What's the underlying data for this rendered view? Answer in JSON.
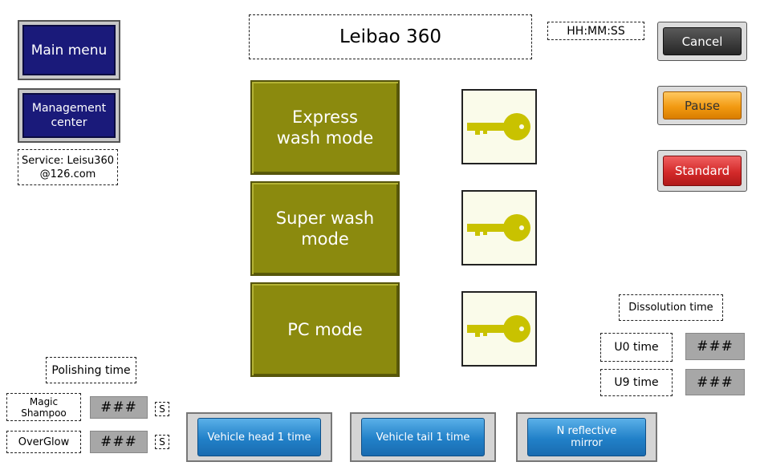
{
  "header": {
    "title": "Leibao 360",
    "clock": "HH:MM:SS"
  },
  "nav": {
    "main_menu": "Main menu",
    "management_center": "Management center",
    "service": "Service: Leisu360@126.com"
  },
  "actions": {
    "cancel": "Cancel",
    "pause": "Pause",
    "standard": "Standard"
  },
  "modes": [
    {
      "label": "Express wash mode"
    },
    {
      "label": "Super wash mode"
    },
    {
      "label": "PC mode"
    }
  ],
  "dissolution": {
    "label": "Dissolution time",
    "u0_label": "U0 time",
    "u0_value": "###",
    "u9_label": "U9 time",
    "u9_value": "###"
  },
  "polishing": {
    "label": "Polishing time",
    "magic_label": "Magic Shampoo",
    "magic_value": "###",
    "magic_unit": "S",
    "overglow_label": "OverGlow",
    "overglow_value": "###",
    "overglow_unit": "S"
  },
  "bottom_buttons": {
    "vehicle_head": "Vehicle head 1 time",
    "vehicle_tail": "Vehicle tail 1 time",
    "n_reflective": "N reflective mirror"
  },
  "colors": {
    "navy": "#1a1a7a",
    "olive": "#8b8a0e",
    "cancel": "#3a3a3a",
    "pause": "#f29a12",
    "standard": "#d42a2a",
    "blue": "#2180c8",
    "key": "#c9c200"
  },
  "icons": {
    "key": "key-icon"
  }
}
